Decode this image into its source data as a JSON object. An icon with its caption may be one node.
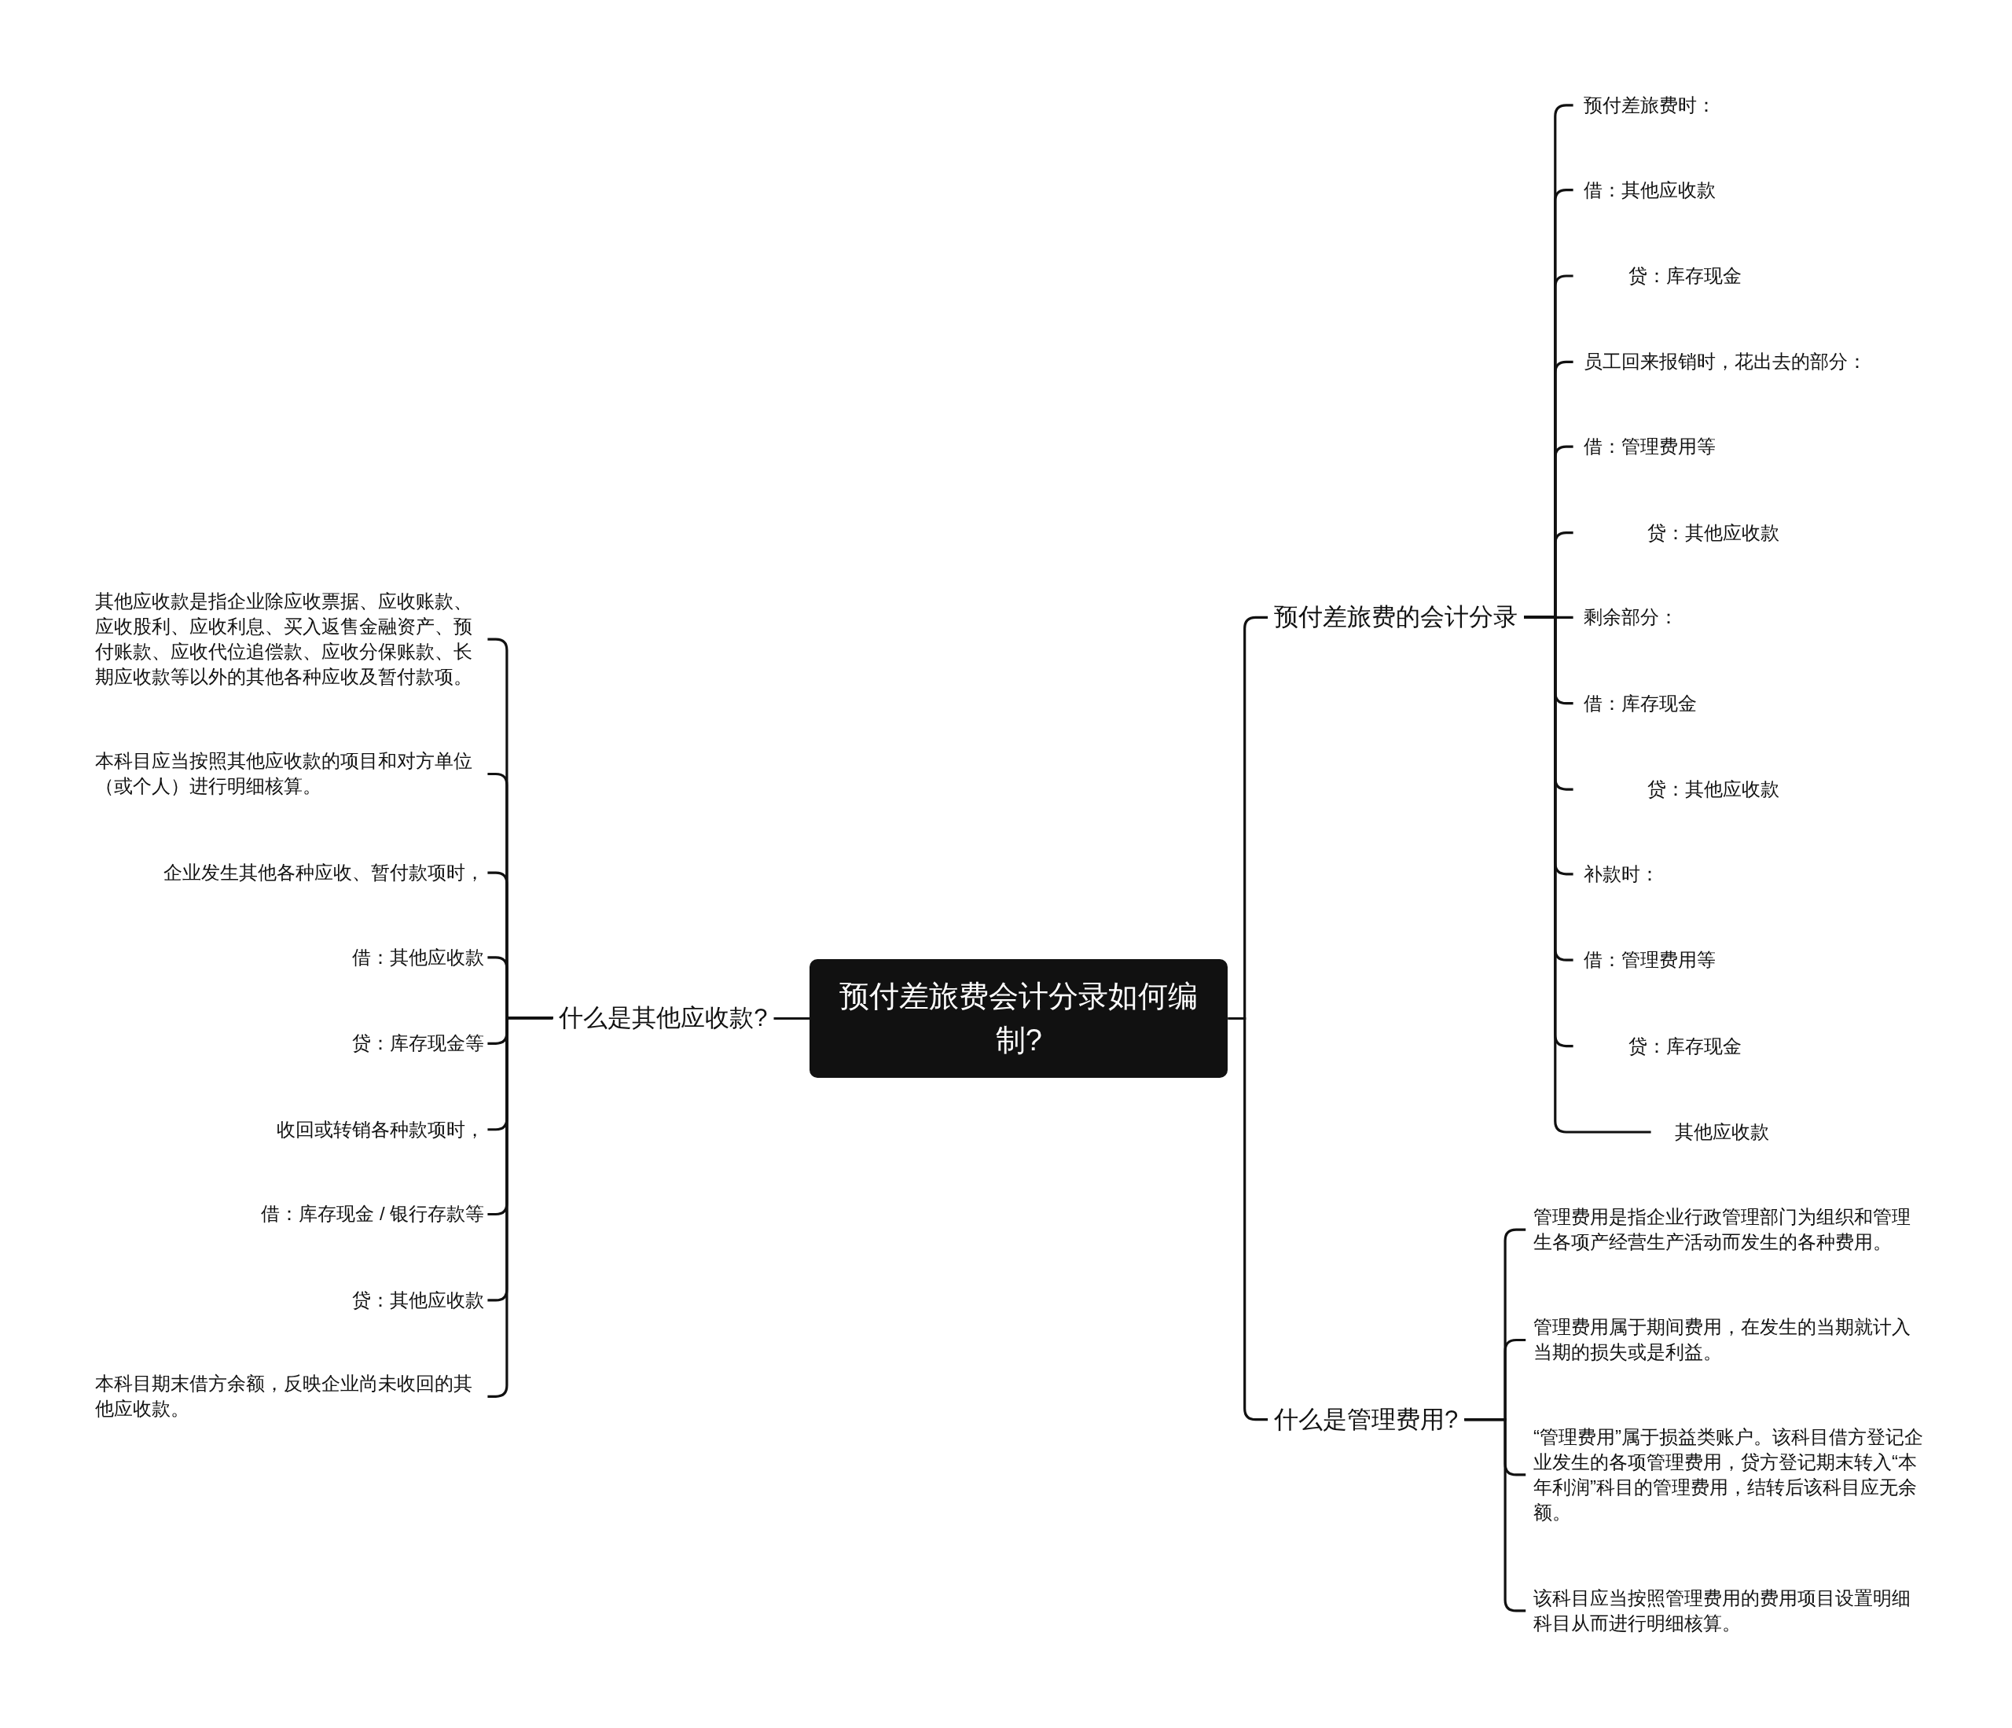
{
  "diagram": {
    "nodes": [
      {
        "text": [
          "预付差旅费会计分录如何编制?"
        ]
      },
      {
        "text": [
          "什么是其他应收款?"
        ]
      },
      {
        "text": [
          "其他应收款是指企业除应收票据、应收账款、应收股利、应收利息、买入返售金融资产、预付账款、应收代位追偿款、应收分保账款、长期应收款等以外的其他各种应收及暂付款项。"
        ]
      },
      {
        "text": [
          "本科目应当按照其他应收款的项目和对方单位（或个人）进行明细核算。"
        ]
      },
      {
        "text": [
          "企业发生其他各种应收、暂付款项时，"
        ]
      },
      {
        "text": [
          "借：其他应收款"
        ]
      },
      {
        "text": [
          "贷：库存现金等"
        ]
      },
      {
        "text": [
          "收回或转销各种款项时，"
        ]
      },
      {
        "text": [
          "借：库存现金 / 银行存款等"
        ]
      },
      {
        "text": [
          "贷：其他应收款"
        ]
      },
      {
        "text": [
          "本科目期末借方余额，反映企业尚未收回的其他应收款。"
        ]
      },
      {
        "text": [
          "预付差旅费的会计分录"
        ]
      },
      {
        "text": [
          "预付差旅费时："
        ]
      },
      {
        "text": [
          "借：其他应收款"
        ]
      },
      {
        "text": [
          "贷：库存现金"
        ]
      },
      {
        "text": [
          "员工回来报销时，花出去的部分："
        ]
      },
      {
        "text": [
          "借：管理费用等"
        ]
      },
      {
        "text": [
          "贷：其他应收款"
        ]
      },
      {
        "text": [
          "剩余部分："
        ]
      },
      {
        "text": [
          "借：库存现金"
        ]
      },
      {
        "text": [
          "贷：其他应收款"
        ]
      },
      {
        "text": [
          "补款时："
        ]
      },
      {
        "text": [
          "借：管理费用等"
        ]
      },
      {
        "text": [
          "贷：库存现金"
        ]
      },
      {
        "text": [
          "其他应收款"
        ]
      },
      {
        "text": [
          "什么是管理费用?"
        ]
      },
      {
        "text": [
          "管理费用是指企业行政管理部门为组织和管理生各项产经营生产活动而发生的各种费用。"
        ]
      },
      {
        "text": [
          "管理费用属于期间费用，在发生的当期就计入当期的损失或是利益。"
        ]
      },
      {
        "text": [
          "“管理费用”属于损益类账户。该科目借方登记企业发生的各项管理费用，贷方登记期末转入“本年利润”科目的管理费用，结转后该科目应无余额。"
        ]
      },
      {
        "text": [
          "该科目应当按照管理费用的费用项目设置明细科目从而进行明细核算。"
        ]
      }
    ],
    "edges": [
      {
        "from": 0,
        "to": 1,
        "arrow": "none"
      },
      {
        "from": 1,
        "to": 2,
        "arrow": "none"
      },
      {
        "from": 1,
        "to": 3,
        "arrow": "none"
      },
      {
        "from": 1,
        "to": 4,
        "arrow": "none"
      },
      {
        "from": 1,
        "to": 5,
        "arrow": "none"
      },
      {
        "from": 1,
        "to": 6,
        "arrow": "none"
      },
      {
        "from": 1,
        "to": 7,
        "arrow": "none"
      },
      {
        "from": 1,
        "to": 8,
        "arrow": "none"
      },
      {
        "from": 1,
        "to": 9,
        "arrow": "none"
      },
      {
        "from": 1,
        "to": 10,
        "arrow": "none"
      },
      {
        "from": 0,
        "to": 11,
        "arrow": "none"
      },
      {
        "from": 11,
        "to": 12,
        "arrow": "none"
      },
      {
        "from": 11,
        "to": 13,
        "arrow": "none"
      },
      {
        "from": 11,
        "to": 14,
        "arrow": "none"
      },
      {
        "from": 11,
        "to": 15,
        "arrow": "none"
      },
      {
        "from": 11,
        "to": 16,
        "arrow": "none"
      },
      {
        "from": 11,
        "to": 17,
        "arrow": "none"
      },
      {
        "from": 11,
        "to": 18,
        "arrow": "none"
      },
      {
        "from": 11,
        "to": 19,
        "arrow": "none"
      },
      {
        "from": 11,
        "to": 20,
        "arrow": "none"
      },
      {
        "from": 11,
        "to": 21,
        "arrow": "none"
      },
      {
        "from": 11,
        "to": 22,
        "arrow": "none"
      },
      {
        "from": 11,
        "to": 23,
        "arrow": "none"
      },
      {
        "from": 11,
        "to": 24,
        "arrow": "none"
      },
      {
        "from": 0,
        "to": 25,
        "arrow": "none"
      },
      {
        "from": 25,
        "to": 26,
        "arrow": "none"
      },
      {
        "from": 25,
        "to": 27,
        "arrow": "none"
      },
      {
        "from": 25,
        "to": 28,
        "arrow": "none"
      },
      {
        "from": 25,
        "to": 29,
        "arrow": "none"
      }
    ]
  }
}
